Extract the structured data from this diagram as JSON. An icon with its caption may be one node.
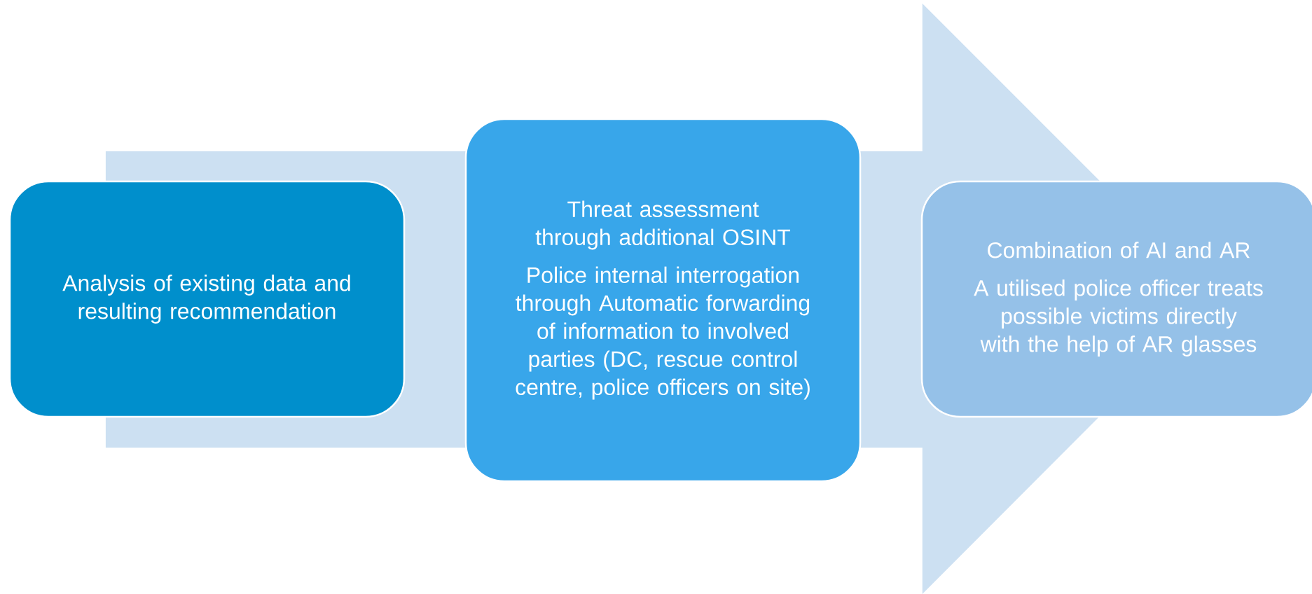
{
  "diagram": {
    "nodes": [
      {
        "text": [
          "Analysis of existing data and resulting recommendation"
        ]
      },
      {
        "text": [
          "Threat assessment through additional OSINT",
          "Police internal interrogation through Automatic forwarding of information to involved parties (DC, rescue control centre, police officers on site)"
        ]
      },
      {
        "text": [
          "Combination of AI and AR",
          "A utilised police officer treats possible victims directly with the help of AR glasses"
        ]
      }
    ],
    "edges": [
      {
        "from": 0,
        "to": 2,
        "arrow": "to"
      }
    ]
  }
}
